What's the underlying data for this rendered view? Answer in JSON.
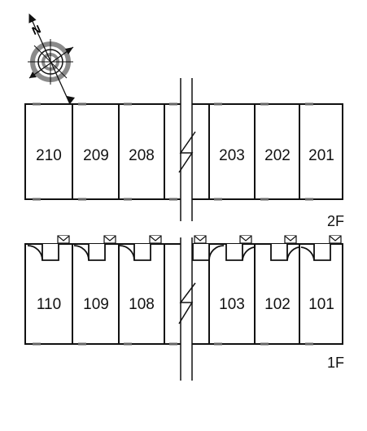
{
  "compass": {
    "north_label": "N",
    "icon": "compass-rose-icon"
  },
  "floors": [
    {
      "label": "2F",
      "rooms": [
        "210",
        "209",
        "208",
        "203",
        "202",
        "201"
      ]
    },
    {
      "label": "1F",
      "rooms": [
        "110",
        "109",
        "108",
        "103",
        "102",
        "101"
      ]
    }
  ],
  "colors": {
    "wall": "#111111",
    "compass_ring": "#8a8a8a",
    "break_line": "#111111"
  }
}
